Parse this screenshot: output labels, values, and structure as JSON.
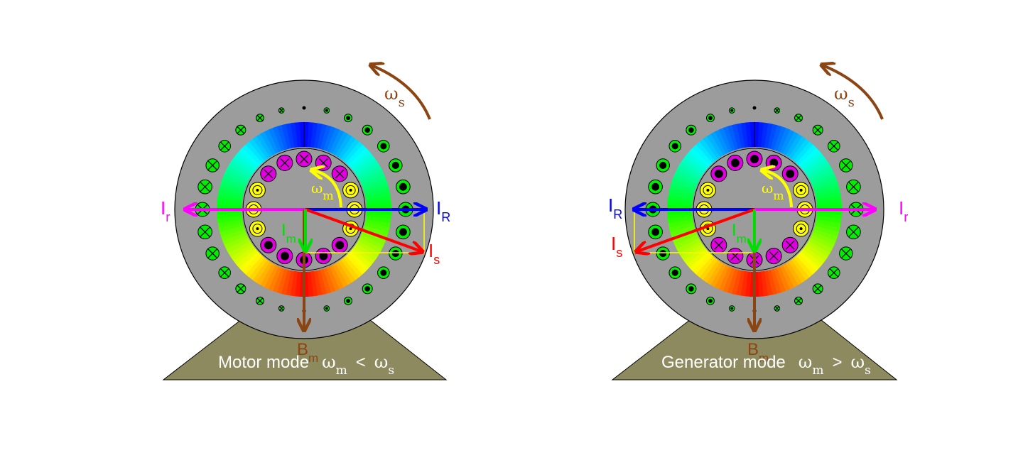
{
  "colors": {
    "stator": "#9c9c9c",
    "base": "#8e8a5f",
    "outline": "#000000",
    "rotor_conductor_yellow": "#ffff00",
    "rotor_conductor_magenta": "#e000e0",
    "stator_conductor_green": "#00ee00",
    "I_R": "#0000ff",
    "I_r": "#ff00ff",
    "I_s": "#ff0000",
    "I_m": "#00dd00",
    "B_m": "#8b4513",
    "omega_s": "#8b4513",
    "omega_m": "#ffff00",
    "projection": "#ffff00",
    "caption_text": "#ffffff"
  },
  "motor": {
    "caption": {
      "text": "Motor mode",
      "sym1": "ω",
      "sub1": "m",
      "rel": "<",
      "sym2": "ω",
      "sub2": "s"
    },
    "labels": {
      "I_r": {
        "main": "I",
        "sub": "r"
      },
      "I_R": {
        "main": "I",
        "sub": "R"
      },
      "I_s": {
        "main": "I",
        "sub": "s"
      },
      "I_m": {
        "main": "I",
        "sub": "m"
      },
      "B_m": {
        "main": "B",
        "sub": "m"
      },
      "omega_s": {
        "main": "ω",
        "sub": "s"
      },
      "omega_m": {
        "main": "ω",
        "sub": "m"
      }
    }
  },
  "generator": {
    "caption": {
      "text": "Generator mode",
      "sym1": "ω",
      "sub1": "m",
      "rel": ">",
      "sym2": "ω",
      "sub2": "s"
    },
    "labels": {
      "I_r": {
        "main": "I",
        "sub": "r"
      },
      "I_R": {
        "main": "I",
        "sub": "R"
      },
      "I_s": {
        "main": "I",
        "sub": "s"
      },
      "I_m": {
        "main": "I",
        "sub": "m"
      },
      "B_m": {
        "main": "B",
        "sub": "m"
      },
      "omega_s": {
        "main": "ω",
        "sub": "s"
      },
      "omega_m": {
        "main": "ω",
        "sub": "m"
      }
    }
  }
}
